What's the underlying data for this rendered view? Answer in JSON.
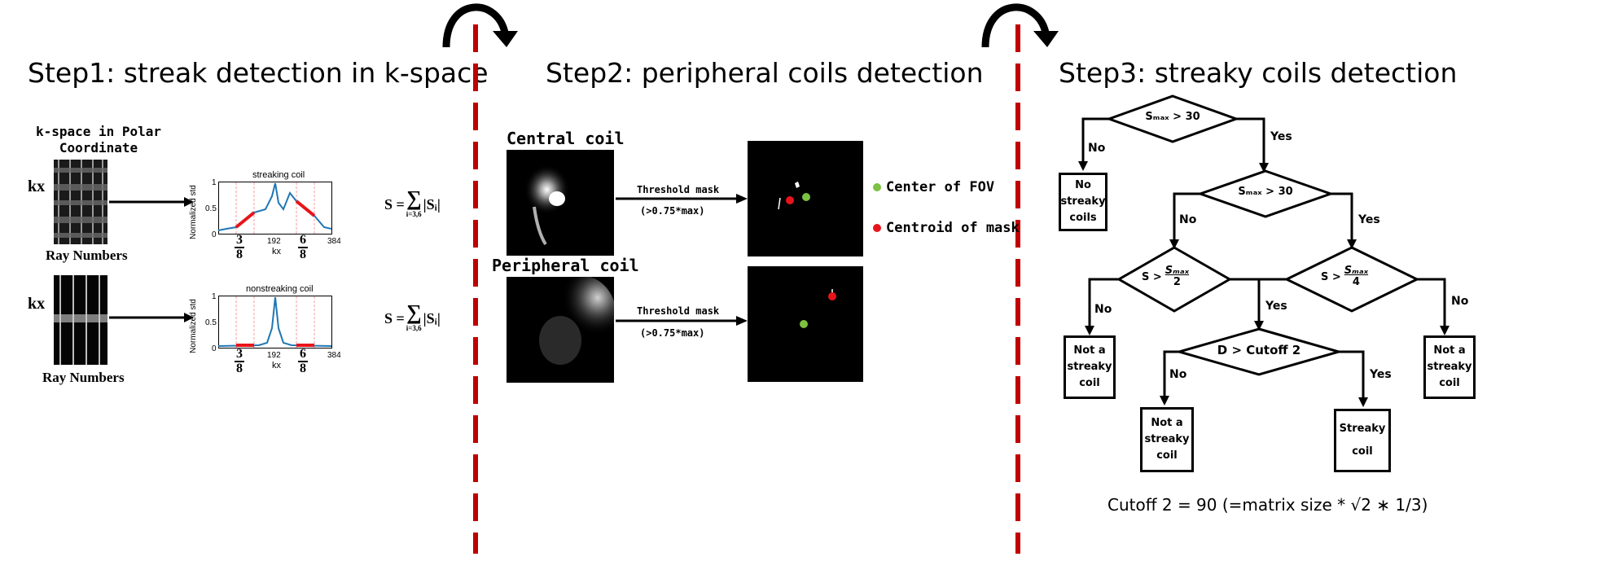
{
  "steps": {
    "step1_title": "Step1: streak detection in k-space",
    "step2_title": "Step2: peripheral coils detection",
    "step3_title": "Step3: streaky coils detection"
  },
  "step1": {
    "kspace_label_line1": "k-space in Polar",
    "kspace_label_line2": "Coordinate",
    "kx": "kx",
    "ray_numbers": "Ray Numbers",
    "ylabel": "Normalized std",
    "xlabel": "kx",
    "tick_192": "192",
    "tick_384": "384",
    "tick_0": "0",
    "tick_05": "0.5",
    "tick_1": "1",
    "frac3_num": "3",
    "frac6_num": "6",
    "frac_den": "8",
    "plot_top_title": "streaking coil",
    "plot_bottom_title": "nonstreaking coil",
    "formula_s": "S =",
    "formula_sum_sub": "i=3,6",
    "formula_term": "|Sᵢ|"
  },
  "step2": {
    "central_coil": "Central coil",
    "peripheral_coil": "Peripheral coil",
    "threshold_mask": "Threshold mask",
    "threshold_value": "(>0.75*max)",
    "legend_center": "Center of FOV",
    "legend_centroid": "Centroid of mask",
    "color_center": "#7cc142",
    "color_centroid": "#e8141b"
  },
  "step3": {
    "d1": "Sₘₐₓ > 30",
    "d2": "Sₘₐₓ > 30",
    "d3_prefix": "S >",
    "d3_num": "Sₘₐₓ",
    "d3_den": "2",
    "d4_prefix": "S >",
    "d4_num": "Sₘₐₓ",
    "d4_den": "4",
    "d5": "D > Cutoff 2",
    "yes": "Yes",
    "no": "No",
    "box_no_streaky_l1": "No",
    "box_no_streaky_l2": "streaky",
    "box_no_streaky_l3": "coils",
    "box_not_a_l1": "Not a",
    "box_not_a_l2": "streaky",
    "box_not_a_l3": "coil",
    "box_streaky_l1": "Streaky",
    "box_streaky_l2": "coil",
    "cutoff_note": "Cutoff 2 = 90 (=matrix size * √2 ∗ 1/3)"
  },
  "colors": {
    "divider": "#c00000",
    "plot_line": "#1f77b4",
    "plot_highlight": "#e8141b",
    "dashed_marker": "#ff9999"
  }
}
